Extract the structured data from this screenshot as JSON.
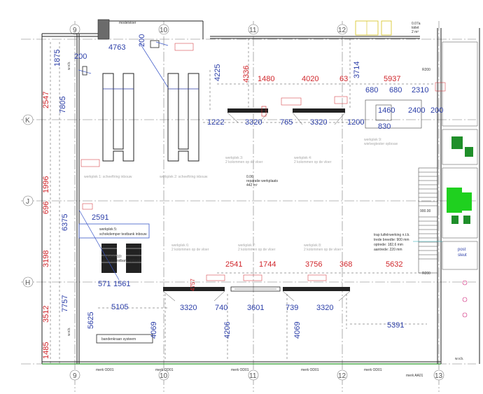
{
  "grid": {
    "columns": [
      "9",
      "10",
      "11",
      "12",
      "13"
    ],
    "rows": [
      "K",
      "J",
      "H"
    ]
  },
  "dimensions": {
    "blue": [
      "4763",
      "200",
      "200",
      "1875",
      "7805",
      "4225",
      "3714",
      "680",
      "680",
      "2310",
      "1460",
      "2400",
      "200",
      "830",
      "1222",
      "3320",
      "765",
      "3320",
      "1200",
      "6375",
      "2591",
      "571",
      "1561",
      "5105",
      "5625",
      "7757",
      "4069",
      "3320",
      "740",
      "4206",
      "3601",
      "739",
      "3320",
      "4069",
      "5391"
    ],
    "red": [
      "2547",
      "1996",
      "696",
      "3198",
      "3512",
      "1485",
      "4336",
      "1480",
      "4020",
      "63",
      "5937",
      "2541",
      "1744",
      "3756",
      "368",
      "5632",
      "4757"
    ]
  },
  "labels": {
    "top_room": "modelvloer",
    "room_top_right": [
      "0.07a",
      "toilet",
      "2 m²"
    ],
    "r200_a": "R200",
    "r200_b": "R200",
    "workplace_center": [
      "0.06",
      "reparatie werkplaats",
      "442 m²"
    ],
    "wp1": "werkplek 1: scheeftring inbouw",
    "wp2": "werkplek 2: scheeftring inbouw",
    "wp3": [
      "werkplek 3:",
      "2 kolommen op de vloer"
    ],
    "wp4": [
      "werkplek 4:",
      "2 kolommen op de vloer"
    ],
    "wp6": [
      "werkplek 6:",
      "2 kolommen op de vloer"
    ],
    "wp7": [
      "werkplek 7:",
      "2 kolommen op de vloer"
    ],
    "wp8": [
      "werkplek 8:",
      "2 kolommen op de vloer"
    ],
    "wp9": [
      "werkplek 9:",
      "wielvegtester opbouw"
    ],
    "wp5": [
      "werkplek 5:",
      "schokdemper testbank inbouw"
    ],
    "wp10": [
      "werkplek 10:",
      "remmentestbank opbouw"
    ],
    "stair": [
      "trap luifelrwerking n.t.b.",
      "trede breedte: 900 mm",
      "optrede: 182,6 mm",
      "aantrede: 220 mm"
    ],
    "stair_dim": "900.00",
    "belt": "bandenkraan systeem",
    "wvb_a": "w.v.b.",
    "wvb_b": "w.v.b.",
    "wvb_c": "w.v.b.",
    "post": [
      "post",
      "sleut"
    ],
    "bottom_marks": [
      "merk OD01",
      "merk OD01",
      "merk OD01",
      "merk OD01",
      "merk OD01",
      "merk AA01"
    ]
  },
  "colors": {
    "dim_blue": "#2b3ea8",
    "dim_red": "#d0262b",
    "green": "#1fd01f",
    "yellow": "#d6c21a"
  }
}
